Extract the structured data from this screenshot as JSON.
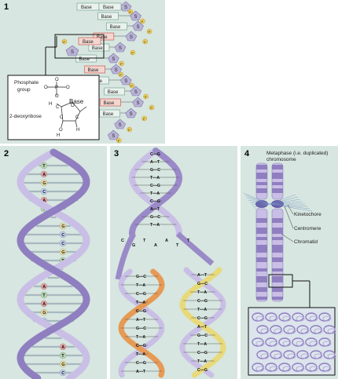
{
  "panels": {
    "p1": {
      "number": "1",
      "base_label": "Base",
      "sugar_label": "S",
      "phosphate_label": "P",
      "inset_phosphate": "Phosphate\ngroup",
      "inset_phosphate_lines": [
        "Phosphate",
        "group"
      ],
      "inset_sugar": "2-deoxyribose",
      "inset_base": "Base",
      "atoms": {
        "O": "O",
        "P": "P",
        "C": "C",
        "H": "H",
        "minus": "O"
      }
    },
    "p2": {
      "number": "2",
      "nucleotides": [
        "T",
        "A",
        "G",
        "C",
        "A",
        "T",
        "G",
        "C",
        "C",
        "G",
        "T",
        "A"
      ]
    },
    "p3": {
      "number": "3",
      "pairs": [
        "T—A",
        "C—G",
        "A—T",
        "G—C",
        "T—A",
        "C—G"
      ],
      "single": [
        "C",
        "G",
        "T",
        "A",
        "A",
        "T",
        "T"
      ]
    },
    "p4": {
      "number": "4",
      "title_lines": [
        "Metaphase (i.e. duplicated)",
        "chromosome"
      ],
      "labels": {
        "kinetochore": "Kinetochore",
        "centromere": "Centromere",
        "chromatid": "Chromatid"
      }
    }
  },
  "colors": {
    "panel_bg": "#d7e6e0",
    "strand_purple": "#9a8ac8",
    "strand_light": "#c9bfe6",
    "orange": "#e79a55",
    "yellow": "#e8d97a",
    "red": "#c84a3c"
  }
}
